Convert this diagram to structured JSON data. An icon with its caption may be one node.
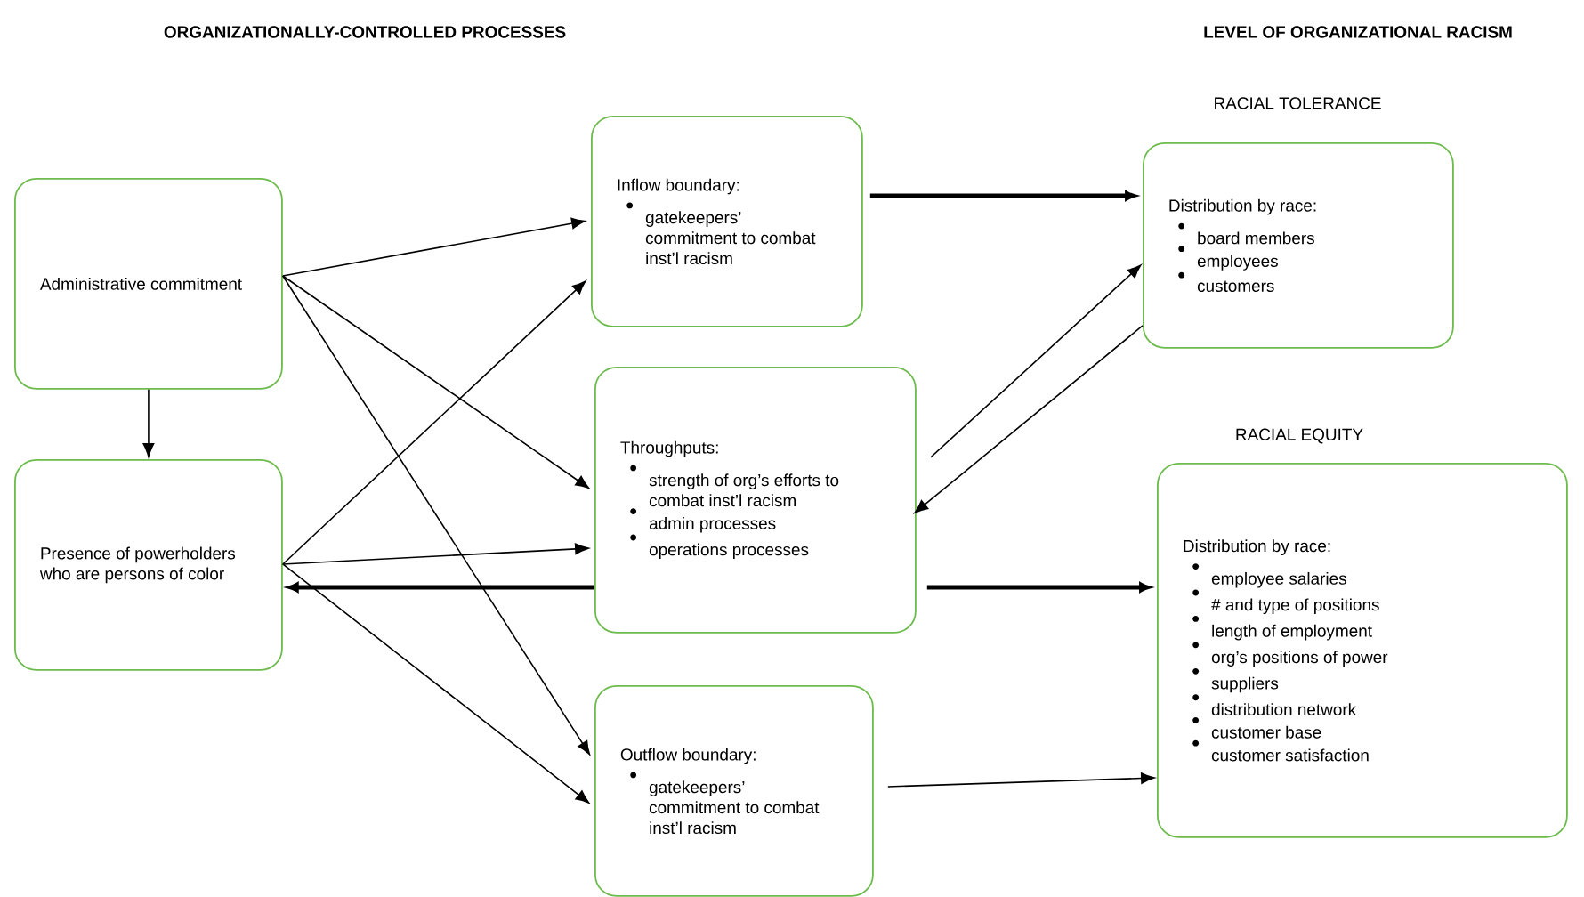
{
  "diagram": {
    "nodes": [
      {
        "text": [
          "Administrative commitment"
        ]
      },
      {
        "text": [
          "Presence of powerholders who are persons of color"
        ]
      },
      {
        "text": [
          "Inflow boundary:",
          "gatekeepers’ commitment to combat inst’l racism"
        ]
      },
      {
        "text": [
          "Throughputs:",
          "strength of org’s efforts to combat inst’l racism",
          "admin processes",
          "operations processes"
        ]
      },
      {
        "text": [
          "Outflow boundary:",
          "gatekeepers’ commitment to combat inst’l racism"
        ]
      },
      {
        "text": [
          "RACIAL TOLERANCE",
          "Distribution by race:",
          "board members",
          "employees",
          "customers"
        ]
      },
      {
        "text": [
          "RACIAL EQUITY",
          "Distribution by race:",
          "employee salaries",
          "# and type of positions",
          "length of employment",
          "org’s positions of power",
          "suppliers",
          "distribution network",
          "customer base",
          "customer satisfaction"
        ]
      }
    ],
    "edges": [
      {
        "from": 0,
        "to": 1,
        "arrow": "to"
      },
      {
        "from": 0,
        "to": 2,
        "arrow": "to"
      },
      {
        "from": 0,
        "to": 3,
        "arrow": "to"
      },
      {
        "from": 0,
        "to": 4,
        "arrow": "to"
      },
      {
        "from": 1,
        "to": 2,
        "arrow": "to"
      },
      {
        "from": 1,
        "to": 3,
        "arrow": "to"
      },
      {
        "from": 1,
        "to": 4,
        "arrow": "to"
      },
      {
        "from": 3,
        "to": 1,
        "arrow": "to",
        "style": "thick"
      },
      {
        "from": 2,
        "to": 5,
        "arrow": "to",
        "style": "thick"
      },
      {
        "from": 3,
        "to": 5,
        "arrow": "to"
      },
      {
        "from": 5,
        "to": 3,
        "arrow": "to"
      },
      {
        "from": 3,
        "to": 6,
        "arrow": "to",
        "style": "thick"
      },
      {
        "from": 4,
        "to": 6,
        "arrow": "to"
      }
    ],
    "labels": [
      "ORGANIZATIONALLY-CONTROLLED PROCESSES",
      "LEVEL OF ORGANIZATIONAL RACISM"
    ]
  }
}
